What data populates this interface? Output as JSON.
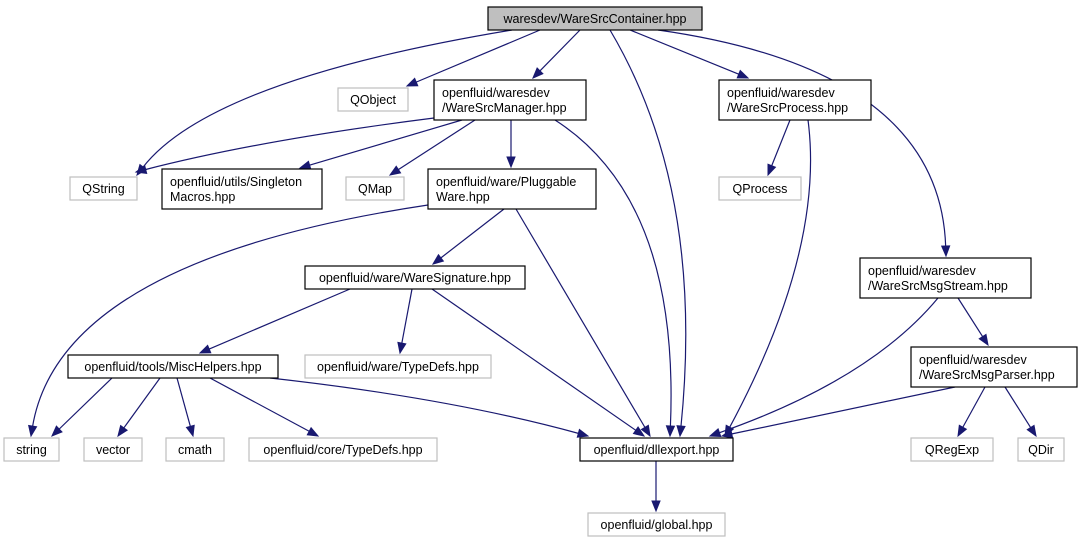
{
  "graph": {
    "root": "n_root",
    "nodes": [
      {
        "id": "n_root",
        "lines": [
          "waresdev/WareSrcContainer.hpp"
        ],
        "kind": "root"
      },
      {
        "id": "n_qobject",
        "lines": [
          "QObject"
        ],
        "kind": "external"
      },
      {
        "id": "n_manager",
        "lines": [
          "openfluid/waresdev",
          "/WareSrcManager.hpp"
        ],
        "kind": "internal"
      },
      {
        "id": "n_process",
        "lines": [
          "openfluid/waresdev",
          "/WareSrcProcess.hpp"
        ],
        "kind": "internal"
      },
      {
        "id": "n_qstring",
        "lines": [
          "QString"
        ],
        "kind": "external"
      },
      {
        "id": "n_singleton",
        "lines": [
          "openfluid/utils/Singleton",
          "Macros.hpp"
        ],
        "kind": "internal"
      },
      {
        "id": "n_qmap",
        "lines": [
          "QMap"
        ],
        "kind": "external"
      },
      {
        "id": "n_pluggable",
        "lines": [
          "openfluid/ware/Pluggable",
          "Ware.hpp"
        ],
        "kind": "internal"
      },
      {
        "id": "n_qprocess",
        "lines": [
          "QProcess"
        ],
        "kind": "external"
      },
      {
        "id": "n_msgstream",
        "lines": [
          "openfluid/waresdev",
          "/WareSrcMsgStream.hpp"
        ],
        "kind": "internal"
      },
      {
        "id": "n_signature",
        "lines": [
          "openfluid/ware/WareSignature.hpp"
        ],
        "kind": "internal"
      },
      {
        "id": "n_msgparser",
        "lines": [
          "openfluid/waresdev",
          "/WareSrcMsgParser.hpp"
        ],
        "kind": "internal"
      },
      {
        "id": "n_mischelpers",
        "lines": [
          "openfluid/tools/MiscHelpers.hpp"
        ],
        "kind": "internal"
      },
      {
        "id": "n_waretypedefs",
        "lines": [
          "openfluid/ware/TypeDefs.hpp"
        ],
        "kind": "external"
      },
      {
        "id": "n_string",
        "lines": [
          "string"
        ],
        "kind": "external"
      },
      {
        "id": "n_vector",
        "lines": [
          "vector"
        ],
        "kind": "external"
      },
      {
        "id": "n_cmath",
        "lines": [
          "cmath"
        ],
        "kind": "external"
      },
      {
        "id": "n_coretypedefs",
        "lines": [
          "openfluid/core/TypeDefs.hpp"
        ],
        "kind": "external"
      },
      {
        "id": "n_dllexport",
        "lines": [
          "openfluid/dllexport.hpp"
        ],
        "kind": "internal"
      },
      {
        "id": "n_qregexp",
        "lines": [
          "QRegExp"
        ],
        "kind": "external"
      },
      {
        "id": "n_qdir",
        "lines": [
          "QDir"
        ],
        "kind": "external"
      },
      {
        "id": "n_global",
        "lines": [
          "openfluid/global.hpp"
        ],
        "kind": "external"
      }
    ],
    "edges": [
      {
        "from": "n_root",
        "to": "n_qobject"
      },
      {
        "from": "n_root",
        "to": "n_manager"
      },
      {
        "from": "n_root",
        "to": "n_process"
      },
      {
        "from": "n_root",
        "to": "n_qstring"
      },
      {
        "from": "n_root",
        "to": "n_dllexport"
      },
      {
        "from": "n_root",
        "to": "n_msgstream"
      },
      {
        "from": "n_manager",
        "to": "n_qstring"
      },
      {
        "from": "n_manager",
        "to": "n_singleton"
      },
      {
        "from": "n_manager",
        "to": "n_qmap"
      },
      {
        "from": "n_manager",
        "to": "n_pluggable"
      },
      {
        "from": "n_manager",
        "to": "n_dllexport"
      },
      {
        "from": "n_process",
        "to": "n_qprocess"
      },
      {
        "from": "n_process",
        "to": "n_dllexport"
      },
      {
        "from": "n_pluggable",
        "to": "n_signature"
      },
      {
        "from": "n_pluggable",
        "to": "n_string"
      },
      {
        "from": "n_pluggable",
        "to": "n_dllexport"
      },
      {
        "from": "n_signature",
        "to": "n_mischelpers"
      },
      {
        "from": "n_signature",
        "to": "n_waretypedefs"
      },
      {
        "from": "n_signature",
        "to": "n_dllexport"
      },
      {
        "from": "n_mischelpers",
        "to": "n_string"
      },
      {
        "from": "n_mischelpers",
        "to": "n_vector"
      },
      {
        "from": "n_mischelpers",
        "to": "n_cmath"
      },
      {
        "from": "n_mischelpers",
        "to": "n_coretypedefs"
      },
      {
        "from": "n_mischelpers",
        "to": "n_dllexport"
      },
      {
        "from": "n_msgstream",
        "to": "n_msgparser"
      },
      {
        "from": "n_msgstream",
        "to": "n_dllexport"
      },
      {
        "from": "n_msgparser",
        "to": "n_qregexp"
      },
      {
        "from": "n_msgparser",
        "to": "n_qdir"
      },
      {
        "from": "n_msgparser",
        "to": "n_dllexport"
      },
      {
        "from": "n_dllexport",
        "to": "n_global"
      }
    ],
    "colors": {
      "edge": "#191970",
      "internal_border": "#000000",
      "external_border": "#bfbfbf",
      "root_fill": "#bfbfbf"
    }
  }
}
